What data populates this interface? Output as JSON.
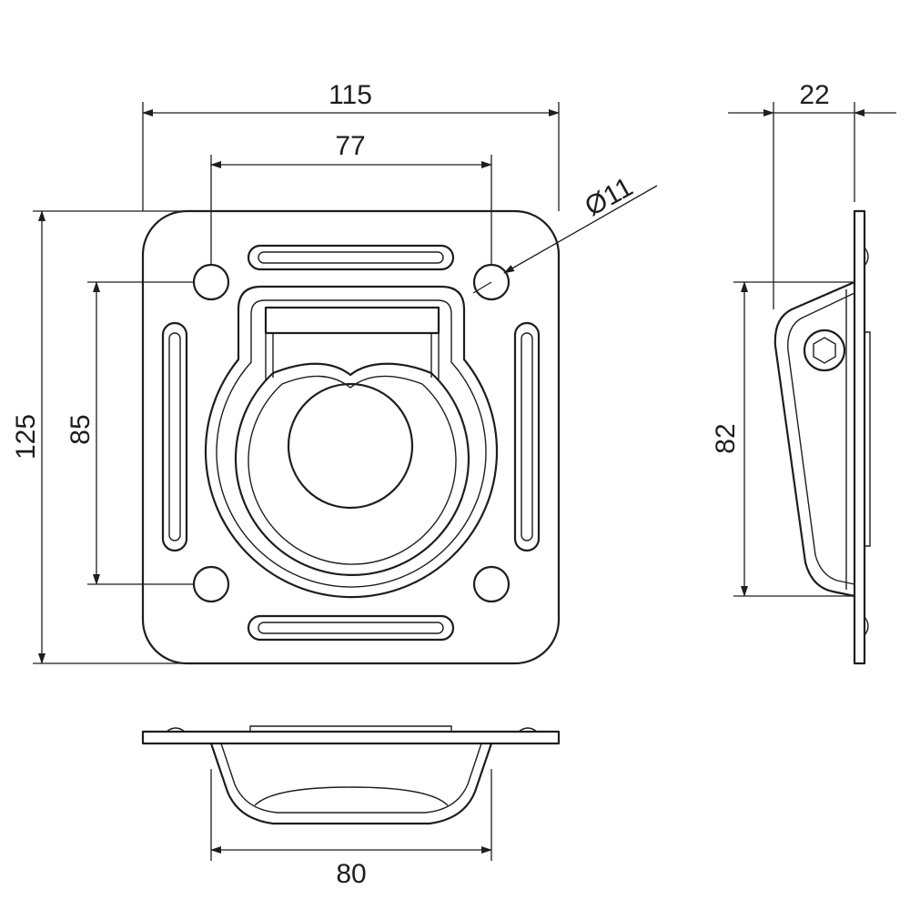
{
  "dimensions": {
    "overall_width": "115",
    "hole_spacing_x": "77",
    "hole_diameter": "Ø11",
    "overall_height": "125",
    "hole_spacing_y": "85",
    "side_depth": "22",
    "side_height": "82",
    "bottom_width": "80"
  }
}
